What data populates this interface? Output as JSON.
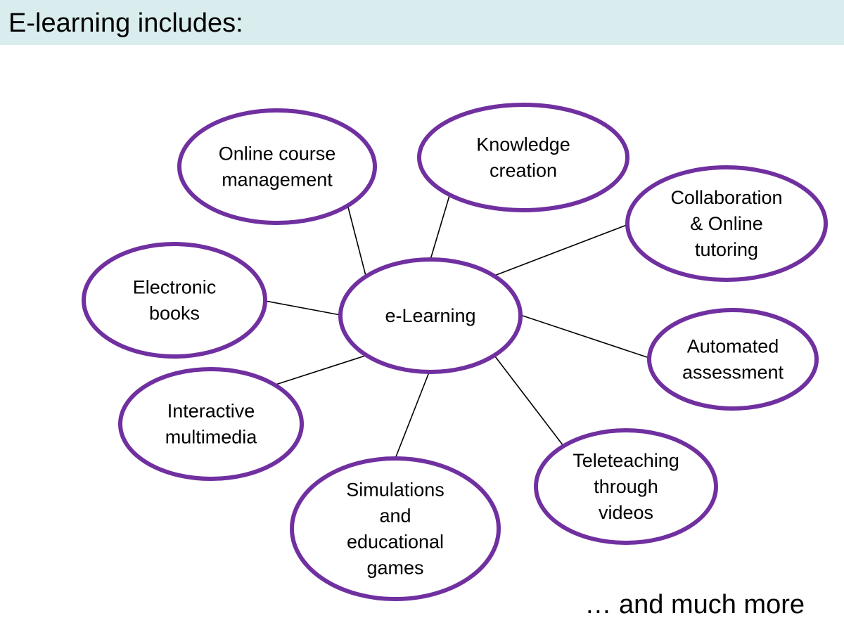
{
  "header": {
    "title": "E-learning includes:"
  },
  "diagram": {
    "colors": {
      "node_border": "#7030a0",
      "node_fill": "#ffffff",
      "connector": "#000000",
      "text": "#000000",
      "header_bg": "#daedee"
    },
    "center": {
      "name": "center-node-e-learning",
      "lines": [
        "e-Learning"
      ]
    },
    "nodes": [
      {
        "name": "node-online-course-management",
        "lines": [
          "Online course",
          "management"
        ]
      },
      {
        "name": "node-knowledge-creation",
        "lines": [
          "Knowledge",
          "creation"
        ]
      },
      {
        "name": "node-collaboration-online-tutoring",
        "lines": [
          "Collaboration",
          "& Online",
          "tutoring"
        ]
      },
      {
        "name": "node-automated-assessment",
        "lines": [
          "Automated",
          "assessment"
        ]
      },
      {
        "name": "node-teleteaching-through-videos",
        "lines": [
          "Teleteaching",
          "through",
          "videos"
        ]
      },
      {
        "name": "node-simulations-educational-games",
        "lines": [
          "Simulations",
          "and",
          "educational",
          "games"
        ]
      },
      {
        "name": "node-interactive-multimedia",
        "lines": [
          "Interactive",
          "multimedia"
        ]
      },
      {
        "name": "node-electronic-books",
        "lines": [
          "Electronic",
          "books"
        ]
      }
    ]
  },
  "footer": {
    "note": "… and much more"
  }
}
